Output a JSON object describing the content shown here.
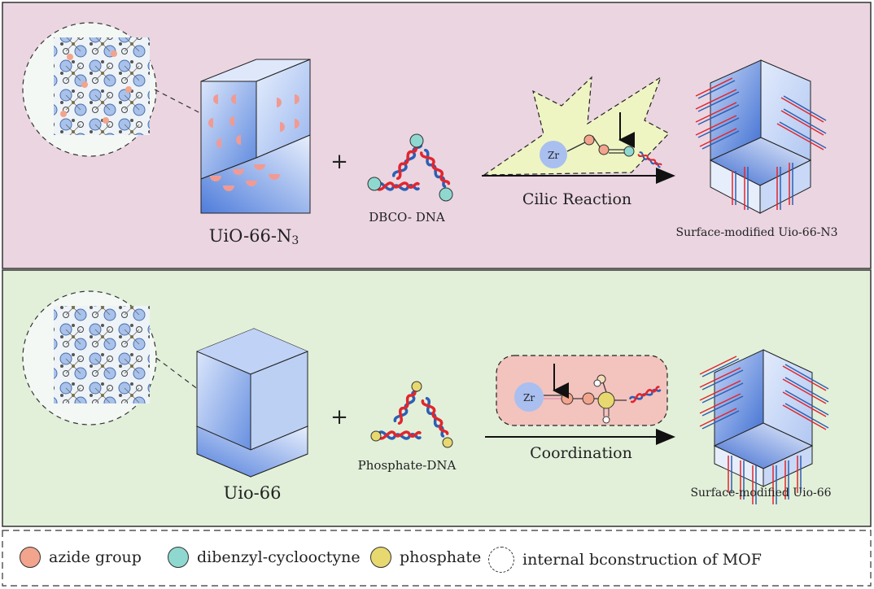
{
  "top_panel": {
    "mof_label_main": "UiO-66-N",
    "mof_label_sub": "3",
    "plus": "+",
    "dna_label": "DBCO- DNA",
    "zr_label": "Zr",
    "reaction_label": "Cilic Reaction",
    "product_label": "Surface-modified Uio-66-N3",
    "background": "#ebd5e1"
  },
  "bottom_panel": {
    "mof_label": "Uio-66",
    "plus": "+",
    "dna_label": "Phosphate-DNA",
    "zr_label": "Zr",
    "reaction_label": "Coordination",
    "product_label": "Surface-modified Uio-66",
    "background": "#e2f0da"
  },
  "legend": {
    "items": [
      {
        "label": "azide group",
        "color": "#f2a48c"
      },
      {
        "label": "dibenzyl-cyclooctyne",
        "color": "#8fd8d0"
      },
      {
        "label": "phosphate",
        "color": "#e7d870"
      },
      {
        "label": "internal bconstruction of  MOF",
        "color": "#ffffff"
      }
    ]
  },
  "colors": {
    "cube_blue": "#4a78d6",
    "dna_red": "#e1262d",
    "dna_blue": "#2d5fb3",
    "zr": "#a9bff0",
    "reaction_bubble_top": "#eef5c2",
    "reaction_bubble_bottom": "#f3c3be"
  }
}
